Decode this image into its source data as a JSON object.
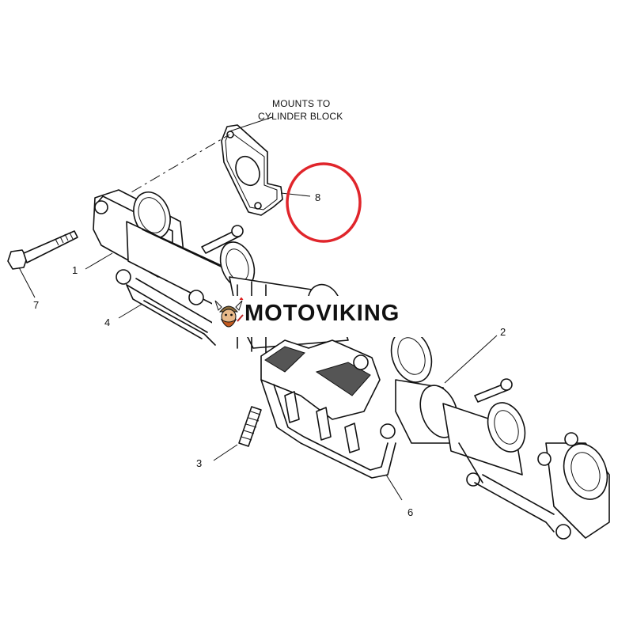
{
  "note": {
    "line1": "MOUNTS TO",
    "line2": "CYLINDER BLOCK"
  },
  "callouts": [
    "1",
    "2",
    "3",
    "4",
    "6",
    "7",
    "8"
  ],
  "highlight": {
    "target_callout": "8",
    "color": "#e0252b"
  },
  "watermark": {
    "text": "MOTOVIKING",
    "logo_icon": "viking-mascot-icon"
  }
}
